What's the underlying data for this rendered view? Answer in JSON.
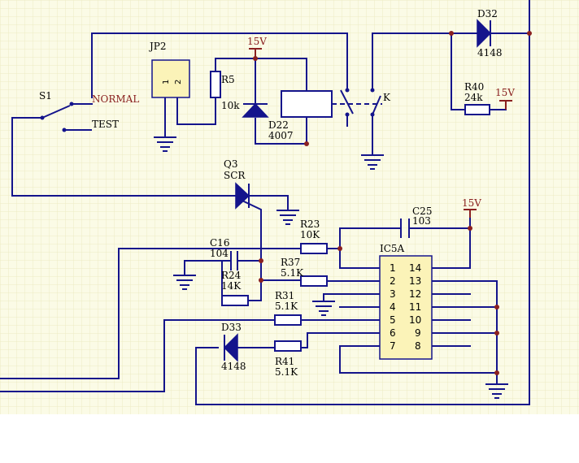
{
  "components": {
    "switch_s1": {
      "ref": "S1",
      "normal": "NORMAL",
      "test": "TEST"
    },
    "jumper_jp2": {
      "ref": "JP2",
      "pin1": "1",
      "pin2": "2"
    },
    "resistor_r5": {
      "ref": "R5",
      "value": "10k"
    },
    "diode_d22": {
      "ref": "D22",
      "value": "4007"
    },
    "relay_k": {
      "ref": "K"
    },
    "diode_d32": {
      "ref": "D32",
      "value": "4148"
    },
    "resistor_r40": {
      "ref": "R40",
      "value": "24k"
    },
    "scr_q3": {
      "ref": "Q3",
      "value": "SCR"
    },
    "resistor_r23": {
      "ref": "R23",
      "value": "10K"
    },
    "capacitor_c25": {
      "ref": "C25",
      "value": "103"
    },
    "capacitor_c16": {
      "ref": "C16",
      "value": "104"
    },
    "resistor_r24": {
      "ref": "R24",
      "value": "14K"
    },
    "resistor_r37": {
      "ref": "R37",
      "value": "5.1K"
    },
    "resistor_r31": {
      "ref": "R31",
      "value": "5.1K"
    },
    "diode_d33": {
      "ref": "D33",
      "value": "4148"
    },
    "resistor_r41": {
      "ref": "R41",
      "value": "5.1K"
    },
    "ic_ic5a": {
      "ref": "IC5A",
      "left_pins": [
        "1",
        "2",
        "3",
        "4",
        "5",
        "6",
        "7"
      ],
      "right_pins": [
        "14",
        "13",
        "12",
        "11",
        "10",
        "9",
        "8"
      ]
    }
  },
  "power": {
    "label": "15V"
  }
}
